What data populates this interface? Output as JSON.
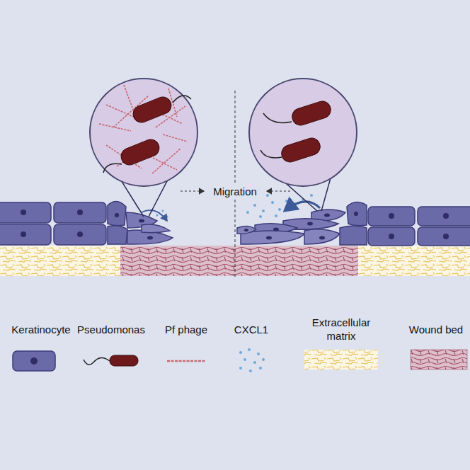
{
  "diagram": {
    "labels": [
      "Migration"
    ],
    "legend": [
      {
        "text": "Keratinocyte"
      },
      {
        "text": "Pseudomonas"
      },
      {
        "text": "Pf phage"
      },
      {
        "text": "CXCL1"
      },
      {
        "text": "Extracellular matrix"
      },
      {
        "text": "Wound bed"
      }
    ]
  }
}
